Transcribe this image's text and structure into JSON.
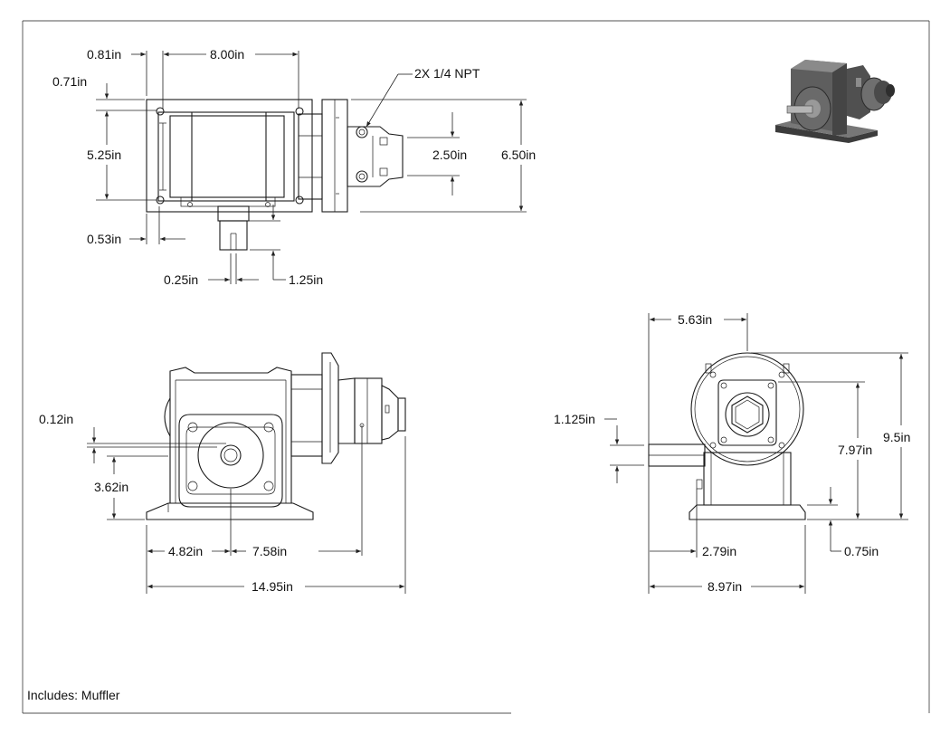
{
  "top_view": {
    "dimensions": {
      "d_081": "0.81in",
      "d_800": "8.00in",
      "d_071": "0.71in",
      "d_525": "5.25in",
      "d_053": "0.53in",
      "d_025": "0.25in",
      "d_125": "1.25in",
      "d_250": "2.50in",
      "d_650": "6.50in"
    },
    "callout": "2X 1/4 NPT"
  },
  "front_view": {
    "dimensions": {
      "d_012": "0.12in",
      "d_362": "3.62in",
      "d_482": "4.82in",
      "d_758": "7.58in",
      "d_1495": "14.95in"
    }
  },
  "side_view": {
    "dimensions": {
      "d_563": "5.63in",
      "d_1125": "1.125in",
      "d_797": "7.97in",
      "d_95": "9.5in",
      "d_279": "2.79in",
      "d_075": "0.75in",
      "d_897": "8.97in"
    }
  },
  "note": "Includes: Muffler",
  "colors": {
    "line": "#1a1a1a",
    "iso_body": "#6e6e6e"
  }
}
